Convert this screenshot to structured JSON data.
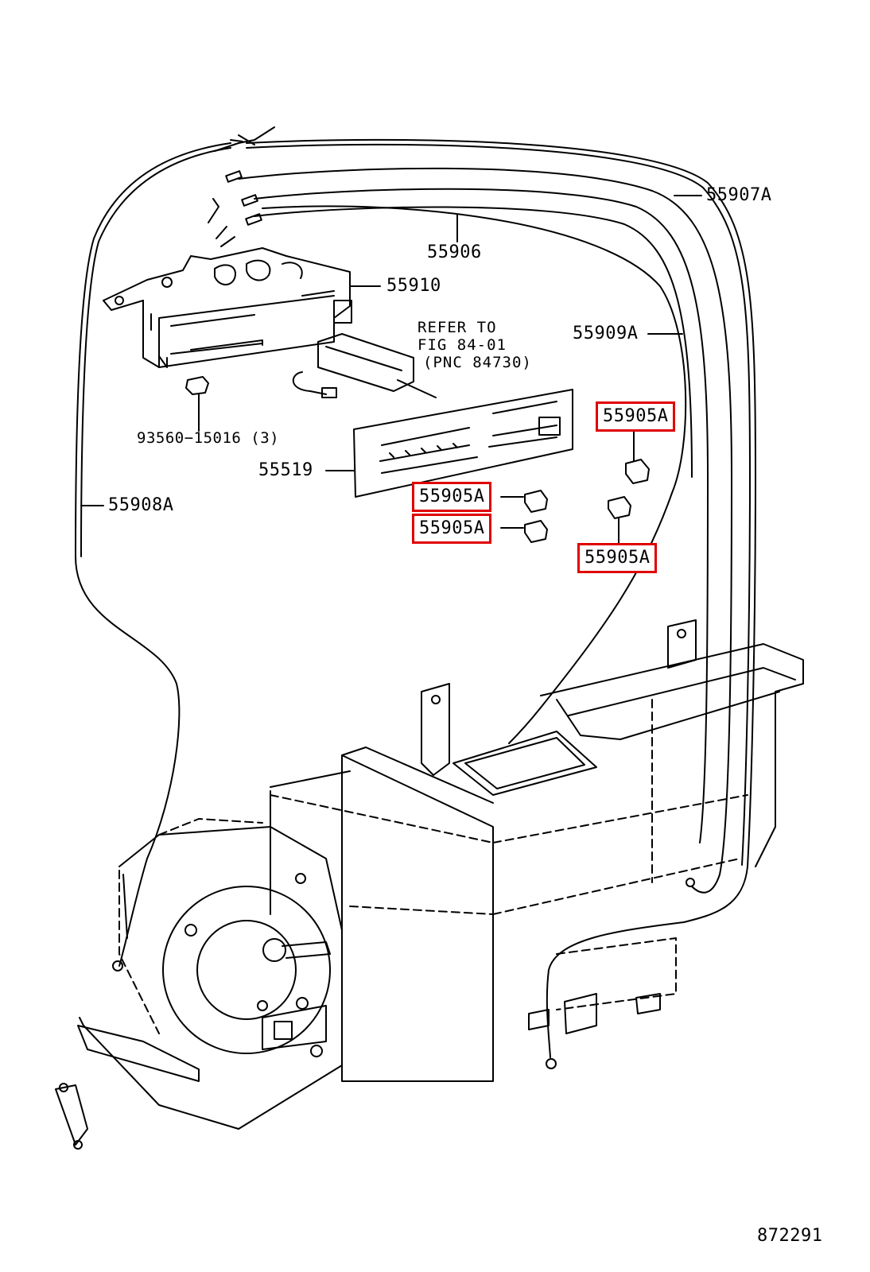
{
  "diagram": {
    "highlight_color": "#e00000",
    "callouts": [
      {
        "id": "55907A",
        "text": "55907A",
        "highlighted": false
      },
      {
        "id": "55906",
        "text": "55906",
        "highlighted": false
      },
      {
        "id": "55910",
        "text": "55910",
        "highlighted": false
      },
      {
        "id": "55909A",
        "text": "55909A",
        "highlighted": false
      },
      {
        "id": "93560",
        "text": "93560−15016 (3)",
        "highlighted": false
      },
      {
        "id": "55519",
        "text": "55519",
        "highlighted": false
      },
      {
        "id": "55908A",
        "text": "55908A",
        "highlighted": false
      },
      {
        "id": "55905A-1",
        "text": "55905A",
        "highlighted": true
      },
      {
        "id": "55905A-2",
        "text": "55905A",
        "highlighted": true
      },
      {
        "id": "55905A-3",
        "text": "55905A",
        "highlighted": true
      },
      {
        "id": "55905A-4",
        "text": "55905A",
        "highlighted": true
      }
    ],
    "reference_note": {
      "line1": "REFER TO",
      "line2": "FIG 84-01",
      "line3": "(PNC 84730)"
    },
    "figure_number": "872291"
  }
}
